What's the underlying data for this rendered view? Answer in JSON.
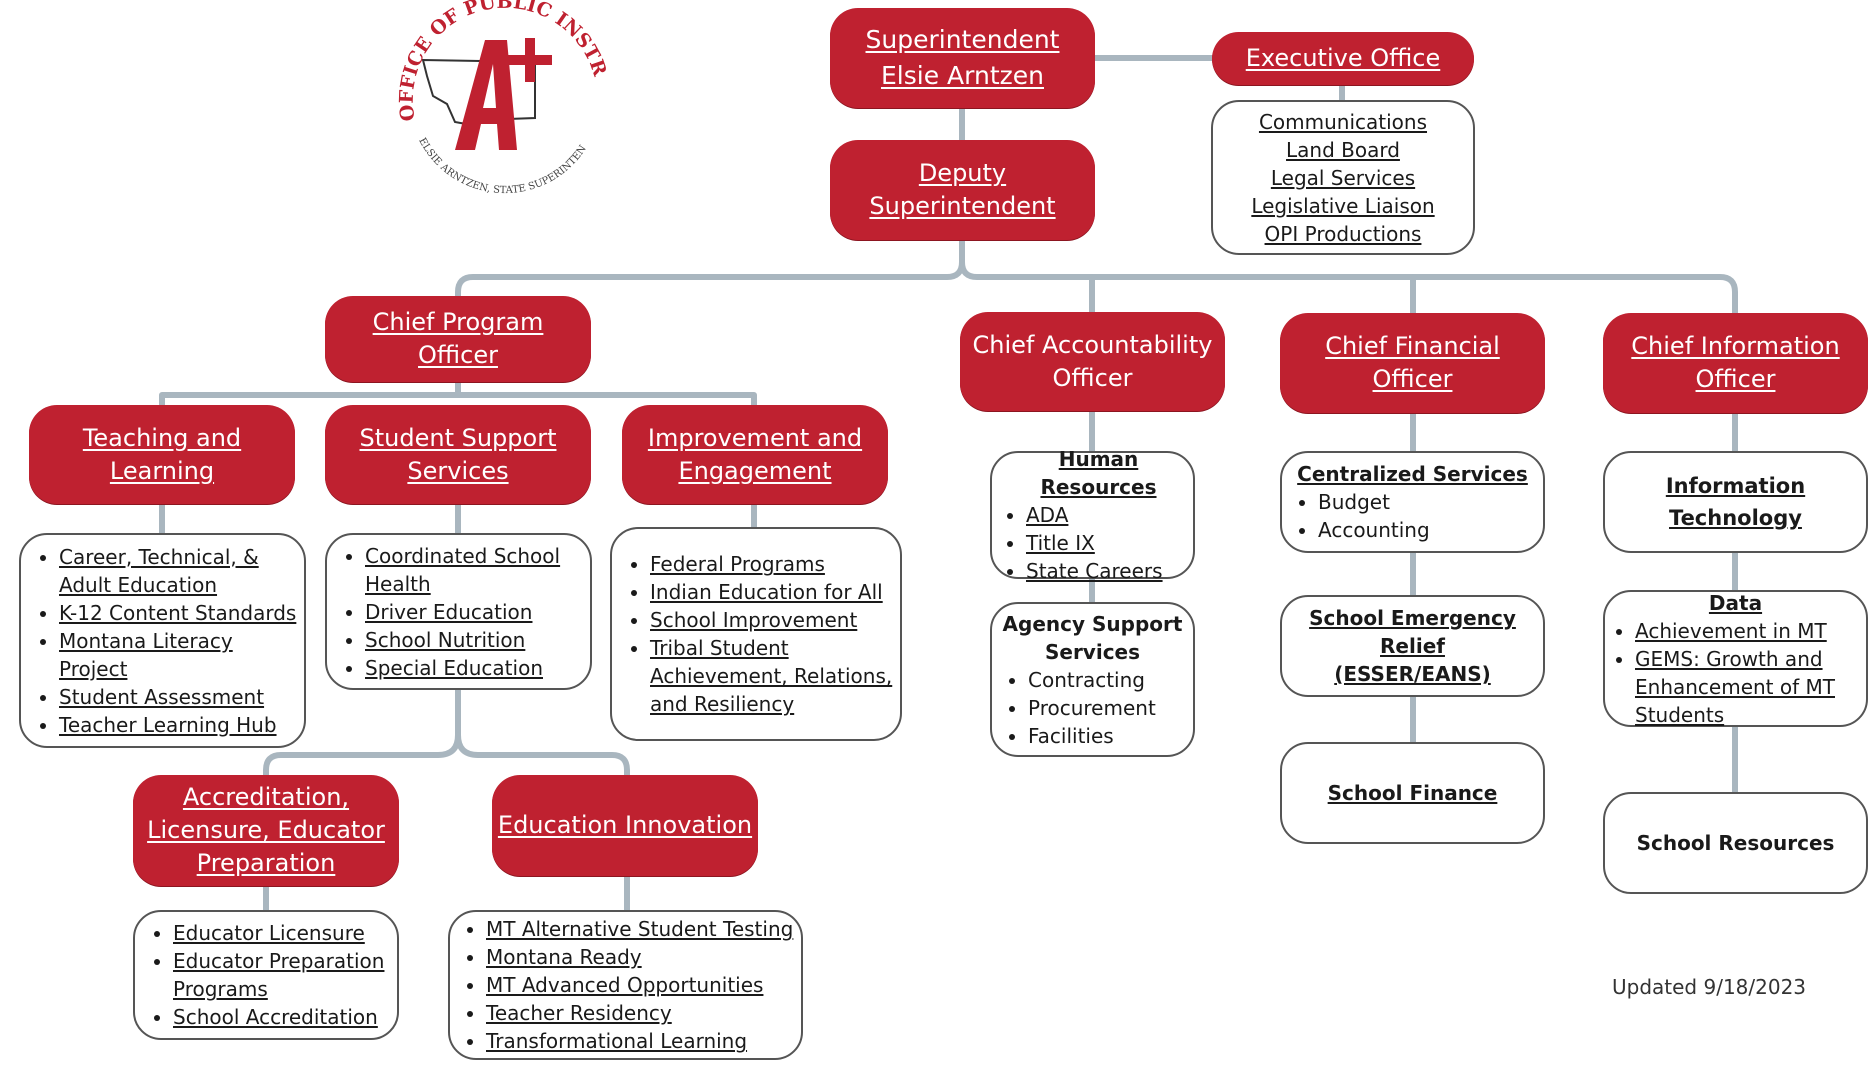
{
  "logo": {
    "ring_text": "OFFICE OF PUBLIC INSTRUCTION",
    "sub_text": "ELSIE ARNTZEN, STATE SUPERINTENDENT",
    "mark": "A+",
    "icon": "montana-state-outline-icon"
  },
  "top": {
    "superintendent": "Superintendent\nElsie Arntzen",
    "deputy": "Deputy\nSuperintendent",
    "executive": "Executive Office",
    "executive_items": [
      "Communications",
      "Land Board",
      "Legal Services",
      "Legislative Liaison",
      "OPI Productions"
    ]
  },
  "program": {
    "chief": "Chief Program\nOfficer",
    "teaching": {
      "title": "Teaching and\nLearning",
      "items": [
        "Career, Technical, &\nAdult Education",
        "K-12 Content Standards",
        "Montana Literacy\nProject",
        "Student Assessment",
        "Teacher Learning Hub"
      ]
    },
    "support": {
      "title": "Student Support\nServices",
      "items": [
        "Coordinated School\nHealth",
        "Driver Education",
        "School Nutrition",
        "Special Education"
      ]
    },
    "improvement": {
      "title": "Improvement and\nEngagement",
      "items": [
        "Federal Programs",
        "Indian Education for All",
        "School Improvement",
        "Tribal Student\nAchievement, Relations,\nand Resiliency"
      ]
    },
    "accreditation": {
      "title": "Accreditation,\nLicensure, Educator\nPreparation",
      "items": [
        "Educator Licensure",
        "Educator Preparation\nPrograms",
        "School Accreditation"
      ]
    },
    "innovation": {
      "title": "Education Innovation",
      "items": [
        "MT Alternative Student Testing",
        "Montana Ready",
        "MT Advanced Opportunities",
        "Teacher Residency",
        "Transformational Learning"
      ]
    }
  },
  "accountability": {
    "chief": "Chief Accountability\nOfficer",
    "hr_title": "Human Resources",
    "hr_items": [
      "ADA",
      "Title IX",
      "State Careers"
    ],
    "agency_title": "Agency Support\nServices",
    "agency_items": [
      "Contracting",
      "Procurement",
      "Facilities"
    ]
  },
  "financial": {
    "chief": "Chief Financial\nOfficer",
    "central_title": "Centralized Services",
    "central_items": [
      "Budget",
      "Accounting"
    ],
    "esser": "School Emergency Relief\n(ESSER/EANS)",
    "finance": "School Finance"
  },
  "information": {
    "chief": "Chief Information\nOfficer",
    "it": "Information\nTechnology",
    "data_title": "Data",
    "data_items": [
      "Achievement in MT",
      "GEMS: Growth and\nEnhancement of MT\nStudents"
    ],
    "resources": "School Resources"
  },
  "updated": "Updated 9/18/2023",
  "colors": {
    "brand_red": "#bf2130",
    "connector": "#a9b6bf",
    "outline": "#555555"
  }
}
